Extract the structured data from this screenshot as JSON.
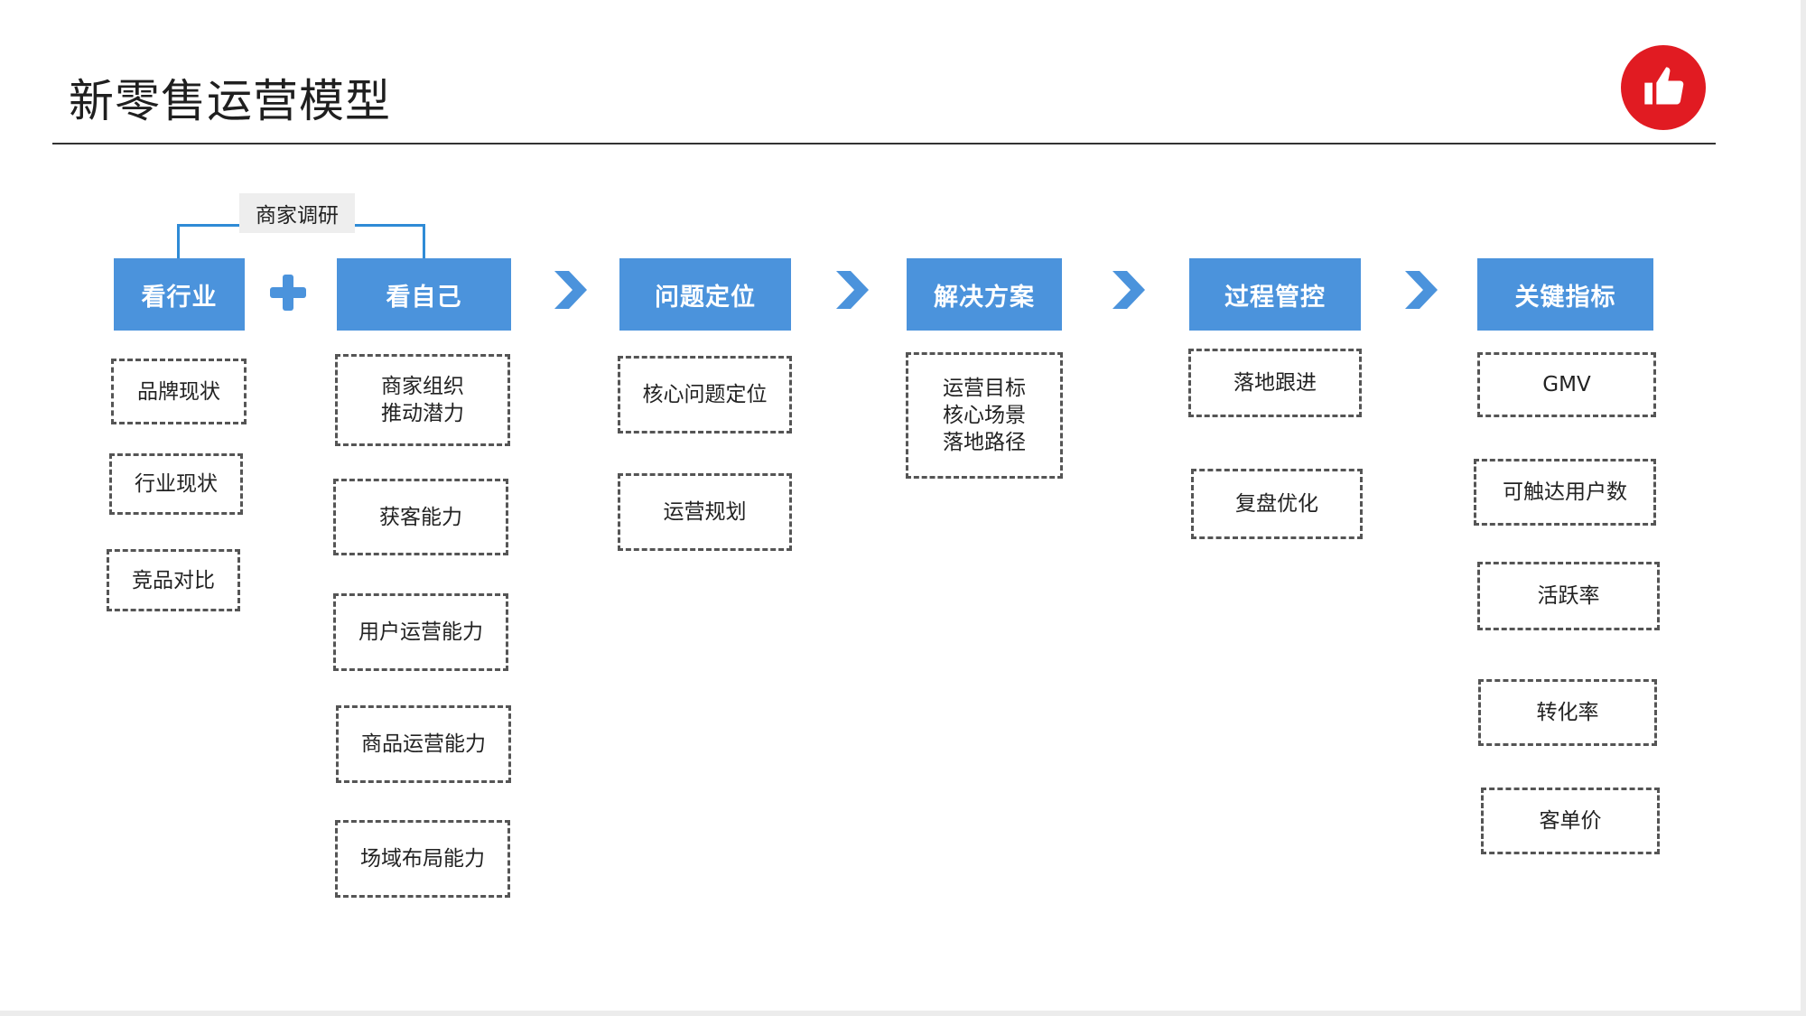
{
  "title": "新零售运营模型",
  "badge_icon": "thumbs-up-icon",
  "accent_color": "#4b93dc",
  "badge_color": "#e11b22",
  "research_label": "商家调研",
  "columns": [
    {
      "header": "看行业",
      "items": [
        "品牌现状",
        "行业现状",
        "竞品对比"
      ]
    },
    {
      "header": "看自己",
      "items": [
        "商家组织\n推动潜力",
        "获客能力",
        "用户运营能力",
        "商品运营能力",
        "场域布局能力"
      ]
    },
    {
      "header": "问题定位",
      "items": [
        "核心问题定位",
        "运营规划"
      ]
    },
    {
      "header": "解决方案",
      "items": [
        "运营目标\n核心场景\n落地路径"
      ]
    },
    {
      "header": "过程管控",
      "items": [
        "落地跟进",
        "复盘优化"
      ]
    },
    {
      "header": "关键指标",
      "items": [
        "GMV",
        "可触达用户数",
        "活跃率",
        "转化率",
        "客单价"
      ]
    }
  ]
}
